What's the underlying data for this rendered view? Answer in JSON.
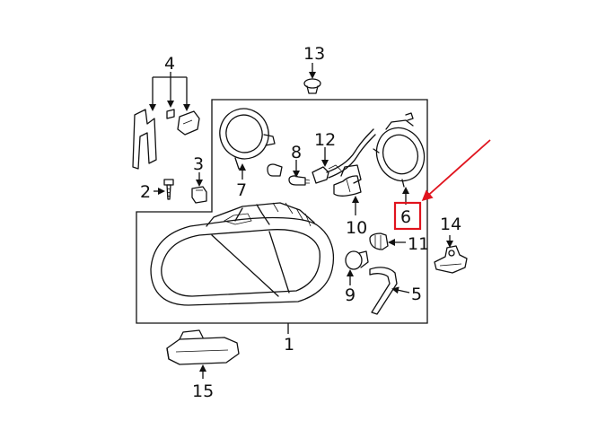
{
  "callouts": {
    "c1": "1",
    "c2": "2",
    "c3": "3",
    "c4": "4",
    "c5": "5",
    "c6": "6",
    "c7": "7",
    "c8": "8",
    "c9": "9",
    "c10": "10",
    "c11": "11",
    "c12": "12",
    "c13": "13",
    "c14": "14",
    "c15": "15"
  },
  "colors": {
    "line": "#111111",
    "highlight": "#e0141e"
  },
  "highlight_callout": "6"
}
